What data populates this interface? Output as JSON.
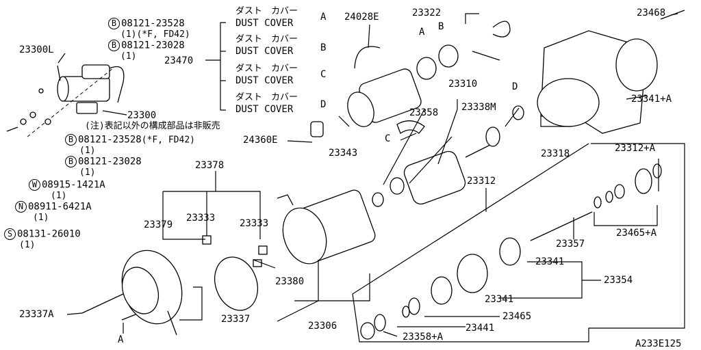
{
  "figure_code": "A233E125",
  "callouts": {
    "p23300L": "23300L",
    "p23300": "23300",
    "p23470": "23470",
    "p24028E": "24028E",
    "p23322": "23322",
    "p23468": "23468",
    "p23310": "23310",
    "p23358": "23358",
    "p23338M": "23338M",
    "p23341A": "23341+A",
    "p24360E": "24360E",
    "p23343": "23343",
    "p23318": "23318",
    "p23312A": "23312+A",
    "p23378": "23378",
    "p23312": "23312",
    "p23379": "23379",
    "p23333a": "23333",
    "p23333b": "23333",
    "p23465A": "23465+A",
    "p23357": "23357",
    "p23341a": "23341",
    "p23354": "23354",
    "p23341b": "23341",
    "p23380": "23380",
    "p23465": "23465",
    "p23337A": "23337A",
    "p23337": "23337",
    "p23306": "23306",
    "p23441": "23441",
    "p23358A": "23358+A"
  },
  "letters": {
    "A1": "A",
    "B1": "B",
    "C1": "C",
    "D1": "D",
    "Aref": "A",
    "Bref": "B",
    "Cref": "C",
    "Dref": "D",
    "Abottom": "A"
  },
  "dust_covers": [
    {
      "jp": "ダスト　カバー",
      "en": "DUST COVER",
      "code": "A"
    },
    {
      "jp": "ダスト　カバー",
      "en": "DUST COVER",
      "code": "B"
    },
    {
      "jp": "ダスト　カバー",
      "en": "DUST COVER",
      "code": "C"
    },
    {
      "jp": "ダスト　カバー",
      "en": "DUST COVER",
      "code": "D"
    }
  ],
  "fasteners": [
    {
      "symbol": "B",
      "code": "08121-23528",
      "qty": "(1)(*F, FD42)"
    },
    {
      "symbol": "B",
      "code": "08121-23028",
      "qty": "(1)"
    },
    {
      "symbol": "B",
      "code": "08121-23528",
      "qty": "(*F, FD42)",
      "qty2": "(1)"
    },
    {
      "symbol": "B",
      "code": "08121-23028",
      "qty": "(1)"
    },
    {
      "symbol": "W",
      "code": "08915-1421A",
      "qty": "(1)"
    },
    {
      "symbol": "N",
      "code": "08911-6421A",
      "qty": "(1)"
    },
    {
      "symbol": "S",
      "code": "08131-26010",
      "qty": "(1)"
    }
  ],
  "note": "(注)表記以外の構成部品は非販売"
}
